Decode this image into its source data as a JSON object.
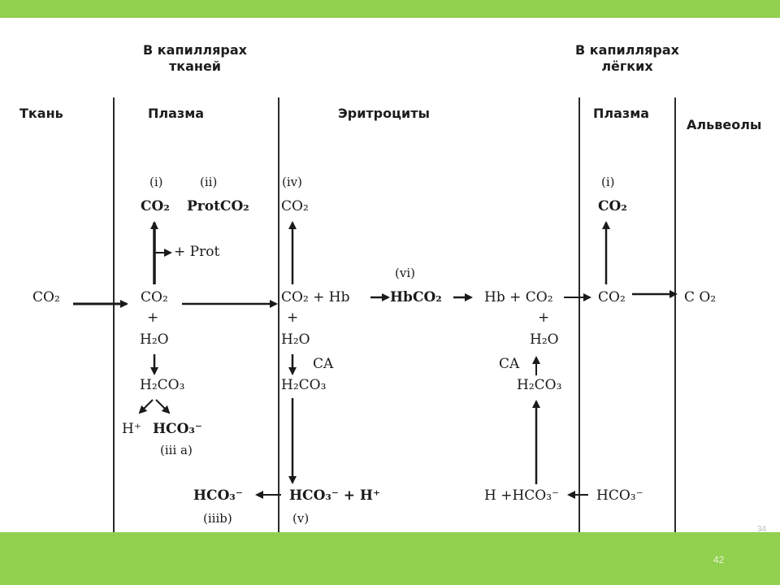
{
  "colors": {
    "accent": "#92d050",
    "ink": "#1a1a1a"
  },
  "slide": {
    "number": "42",
    "corner_number": "34"
  },
  "headers": {
    "tissue_capillaries_1": "В капиллярах",
    "tissue_capillaries_2": "тканей",
    "lung_capillaries_1": "В капиллярах",
    "lung_capillaries_2": "лёгких",
    "tissue": "Ткань",
    "plasma_left": "Плазма",
    "erythrocytes": "Эритроциты",
    "plasma_right": "Плазма",
    "alveoli": "Альвеолы"
  },
  "tissue": {
    "co2": "CO₂"
  },
  "plasma_left": {
    "label_i": "(i)",
    "co2_top": "CO₂",
    "label_ii": "(ii)",
    "protco2": "ProtCO₂",
    "plus_prot": "+ Prot",
    "co2": "CO₂",
    "plus": "+",
    "h2o": "H₂O",
    "h2co3": "H₂CO₃",
    "h_plus": "H⁺",
    "hco3": "HCO₃⁻",
    "label_iiia": "(iii a)",
    "hco3_bottom": "HCO₃⁻",
    "label_iiib": "(iiib)"
  },
  "erythrocyte_left": {
    "label_iv": "(iv)",
    "co2_top": "CO₂",
    "co2_hb": "CO₂ + Hb",
    "plus": "+",
    "h2o": "H₂O",
    "ca": "CA",
    "h2co3": "H₂CO₃",
    "hco3_h": "HCO₃⁻ + H⁺",
    "label_v": "(v)"
  },
  "erythrocyte_mid": {
    "label_vi": "(vi)",
    "hbco2": "HbCO₂"
  },
  "erythrocyte_right": {
    "hb_co2": "Hb + CO₂",
    "plus": "+",
    "h2o": "H₂O",
    "ca": "CA",
    "h2co3": "H₂CO₃",
    "h_hco3": "H +HCO₃⁻"
  },
  "plasma_right": {
    "label_i": "(i)",
    "co2_top": "CO₂",
    "co2": "CO₂",
    "hco3": "HCO₃⁻"
  },
  "alveoli": {
    "co2": "C O₂"
  }
}
